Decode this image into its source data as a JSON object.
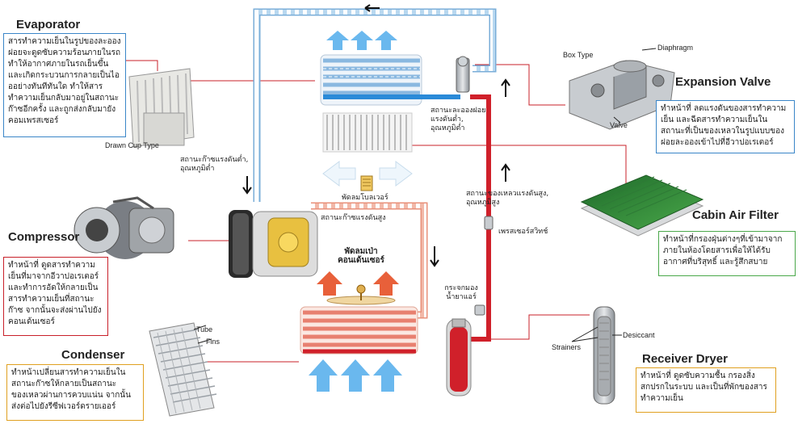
{
  "components": {
    "evaporator": {
      "title": "Evaporator",
      "description": "สารทำความเย็นในรูปของละอองฝอยจะดูดซับความร้อนภายในรถ ทำให้อากาศภายในรถเย็นขึ้น และเกิดกระบวนการกลายเป็นไอออย่างทันทีทันใด ทำให้สารทำความเย็นกลับมาอยู่ในสถานะก๊าซอีกครั้ง และถูกส่งกลับมายังคอมเพรสเซอร์",
      "sublabel": "Drawn Cup Type"
    },
    "compressor": {
      "title": "Compressor",
      "description": "ทำหน้าที่ ดูดสารทำความเย็นที่มาจากอีวาปอเรเตอร์ และทำการอัดให้กลายเป็นสารทำความเย็นที่สถานะก๊าซ จากนั้นจะส่งผ่านไปยังคอนเด้นเซอร์"
    },
    "condenser": {
      "title": "Condenser",
      "description": "ทำหน้าเปลี่ยนสารทำความเย็นในสถานะก๊าซให้กลายเป็นสถานะของเหลวผ่านการควบแน่น จากนั้นส่งต่อไปยังรีซีฟเวอร์ดรายเออร์",
      "tube_label": "Tube",
      "fins_label": "Fins"
    },
    "expansion_valve": {
      "title": "Expansion Valve",
      "description": "ทำหน้าที่ ลดแรงดันของสารทำความเย็น และฉีดสารทำความเย็นในสถานะที่เป็นของเหลวในรูปแบบของฝอยละอองเข้าไปที่อีวาปอเรเตอร์",
      "box_type_label": "Box Type",
      "diaphragm_label": "Diaphragm",
      "valve_label": "Valve"
    },
    "cabin_air_filter": {
      "title": "Cabin Air Filter",
      "description": "ทำหน้าที่กรองฝุ่นต่างๆที่เข้ามาจากภายในห้องโดยสารเพื่อให้ได้รับอากาศที่บริสุทธิ์ และรู้สึกสบาย"
    },
    "receiver_dryer": {
      "title": "Receiver Dryer",
      "description": "ทำหน้าที่ ดูดซับความชื้น กรองสิ่งสกปรกในระบบ และเป็นที่พักของสารทำความเย็น",
      "strainers_label": "Strainers",
      "desiccant_label": "Desiccant"
    }
  },
  "diagram_labels": {
    "mist_low_pressure": [
      "สถานะละอองฝอย",
      "แรงดันต่ำ,",
      "อุณหภูมิต่ำ"
    ],
    "gas_low_pressure": [
      "สถานะก๊าซแรงดันต่ำ,",
      "อุณหภูมิต่ำ"
    ],
    "blower_fan": "พัดลมโบลเวอร์",
    "gas_high_pressure": "สถานะก๊าซแรงดันสูง",
    "liquid_high_pressure": [
      "สถานะของเหลวแรงดันสูง,",
      "อุณหภูมิสูง"
    ],
    "pressure_switch": "เพรสเซอร์สวิทช์",
    "condenser_fan": [
      "พัดลมเป่า",
      "คอนเด้นเซอร์"
    ],
    "sight_glass": [
      "กระจกมอง",
      "น้ำยาแอร์"
    ]
  },
  "colors": {
    "high_pressure_liquid": "#d0202a",
    "high_pressure_gas": "#f2b8a8",
    "low_pressure_gas": "#b8d8f0",
    "low_pressure_mist": "#2a8ad8",
    "airflow_cold": "#6ab8ee",
    "airflow_hot": "#e8603a",
    "callout_evaporator": "#3a86c8",
    "callout_compressor": "#c8202a",
    "callout_condenser": "#e0a020",
    "callout_expansion": "#3a86c8",
    "callout_filter": "#4aa84a",
    "callout_dryer": "#e0a020"
  }
}
